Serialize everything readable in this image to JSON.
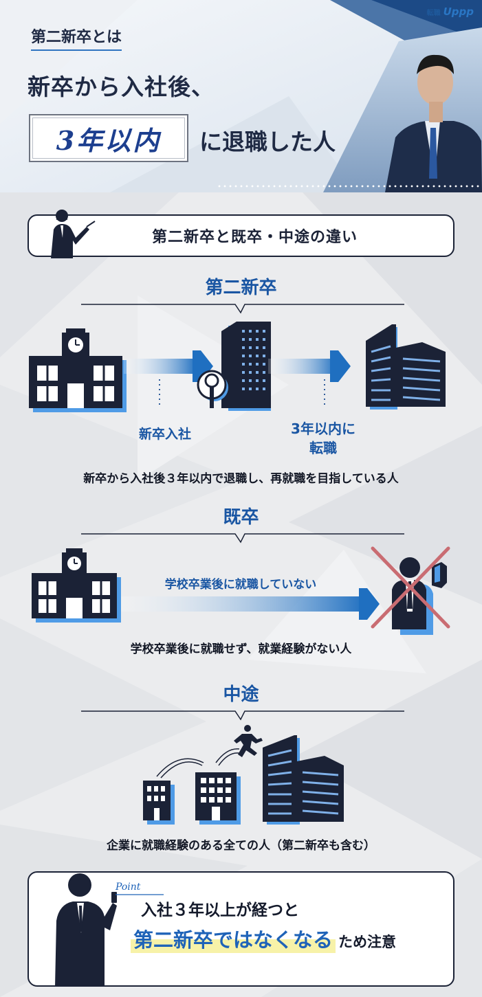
{
  "brand": {
    "kanji": "転職",
    "name": "Uppp"
  },
  "header": {
    "subtitle": "第二新卒とは",
    "title_line1": "新卒から入社後、",
    "badge": "3年以内",
    "title_line2": "に退職した人"
  },
  "comparison": {
    "heading": "第二新卒と既卒・中途の違い"
  },
  "sections": {
    "daini": {
      "title": "第二新卒",
      "label_join": "新卒入社",
      "label_change": "3年以内に転職",
      "label_change_line1": "3年以内に",
      "label_change_line2": "転職",
      "description": "新卒から入社後３年以内で退職し、再就職を目指している人"
    },
    "kisotsu": {
      "title": "既卒",
      "arrow_label": "学校卒業後に就職していない",
      "description": "学校卒業後に就職せず、就業経験がない人"
    },
    "chuto": {
      "title": "中途",
      "description": "企業に就職経験のある全ての人（第二新卒も含む）"
    }
  },
  "note": {
    "point_label": "Point",
    "line1": "入社３年以上が経つと",
    "highlight": "第二新卒ではなくなる",
    "tail": "ため注意"
  },
  "colors": {
    "navy": "#1b2236",
    "accent_blue": "#1a56a3",
    "arrow_blue": "#1f6fc0",
    "shadow_blue": "#4f9be6",
    "cross_red": "#c96c72",
    "highlight_yellow": "#f7f2a8"
  }
}
